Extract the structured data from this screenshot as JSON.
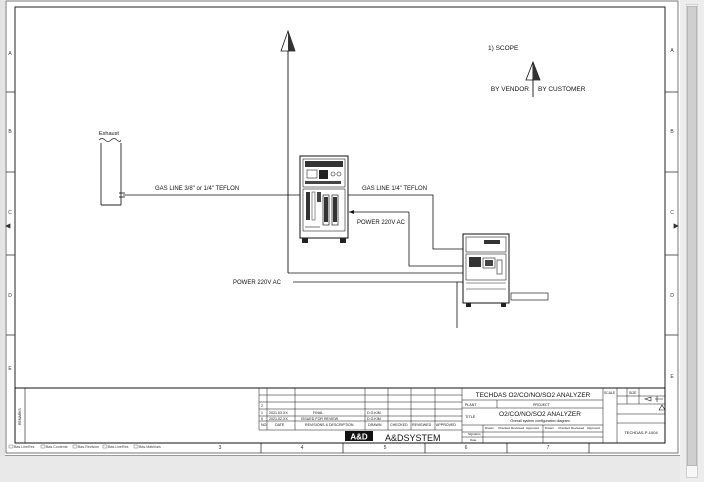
{
  "zone_letters": [
    "A",
    "B",
    "C",
    "D",
    "E"
  ],
  "zone_numbers": [
    "3",
    "4",
    "5",
    "6",
    "7"
  ],
  "zone_numbers_bottom": [
    "3",
    "4",
    "5",
    "6",
    "7"
  ],
  "scope": {
    "title": "1)  SCOPE",
    "vendor_label": "BY VENDOR",
    "customer_label": "BY CUSTOMER"
  },
  "labels": {
    "exhaust": "Exhaust",
    "gas_line_left": "GAS LINE 3/8\" or 1/4\" TEFLON",
    "gas_line_right": "GAS LINE 1/4\" TEFLON",
    "power_right": "POWER 220V AC",
    "power_left": "POWER 220V AC"
  },
  "title_block": {
    "side_label": "REMARKS",
    "plant_label": "PLANT",
    "project_label": "PROJECT",
    "title_label": "TITLE",
    "header_title": "TECHDAS O2/CO/NO/SO2 ANALYZER",
    "main_title": "O2/CO/NO/SO2 ANALYZER",
    "subtitle": "Overall system configuration diagram",
    "company": "A&DSYSTEM",
    "logo": "A&D",
    "drawing_no": "TECHDAS-P-1004",
    "scale_label": "SCALE",
    "size_label": "SIZE",
    "sign_label": "Signature",
    "date_label": "Date",
    "rev_rows": [
      {
        "rev": "2",
        "date": "",
        "desc": "",
        "by": ""
      },
      {
        "rev": "1",
        "date": "2021.03.XX",
        "desc": "FINAL",
        "by": "D.G.KIM"
      },
      {
        "rev": "0",
        "date": "2021.02.XX",
        "desc": "ISSUED FOR REVIEW",
        "by": "D.G.KIM"
      }
    ],
    "rev_headers": [
      "NO.",
      "DATE",
      "REVISIONS & DESCRIPTION",
      "DRAWN",
      "CHECKED",
      "REVIEWED",
      "APPROVED"
    ],
    "approval_headers": [
      "Drawn",
      "Checked",
      "Reviewed",
      "Approved"
    ]
  },
  "layer_tabs": [
    "Bas.LineRes",
    "Bas.Contents",
    "Bas.Revision",
    "Bas.LineRes",
    "Bas.Materials"
  ]
}
